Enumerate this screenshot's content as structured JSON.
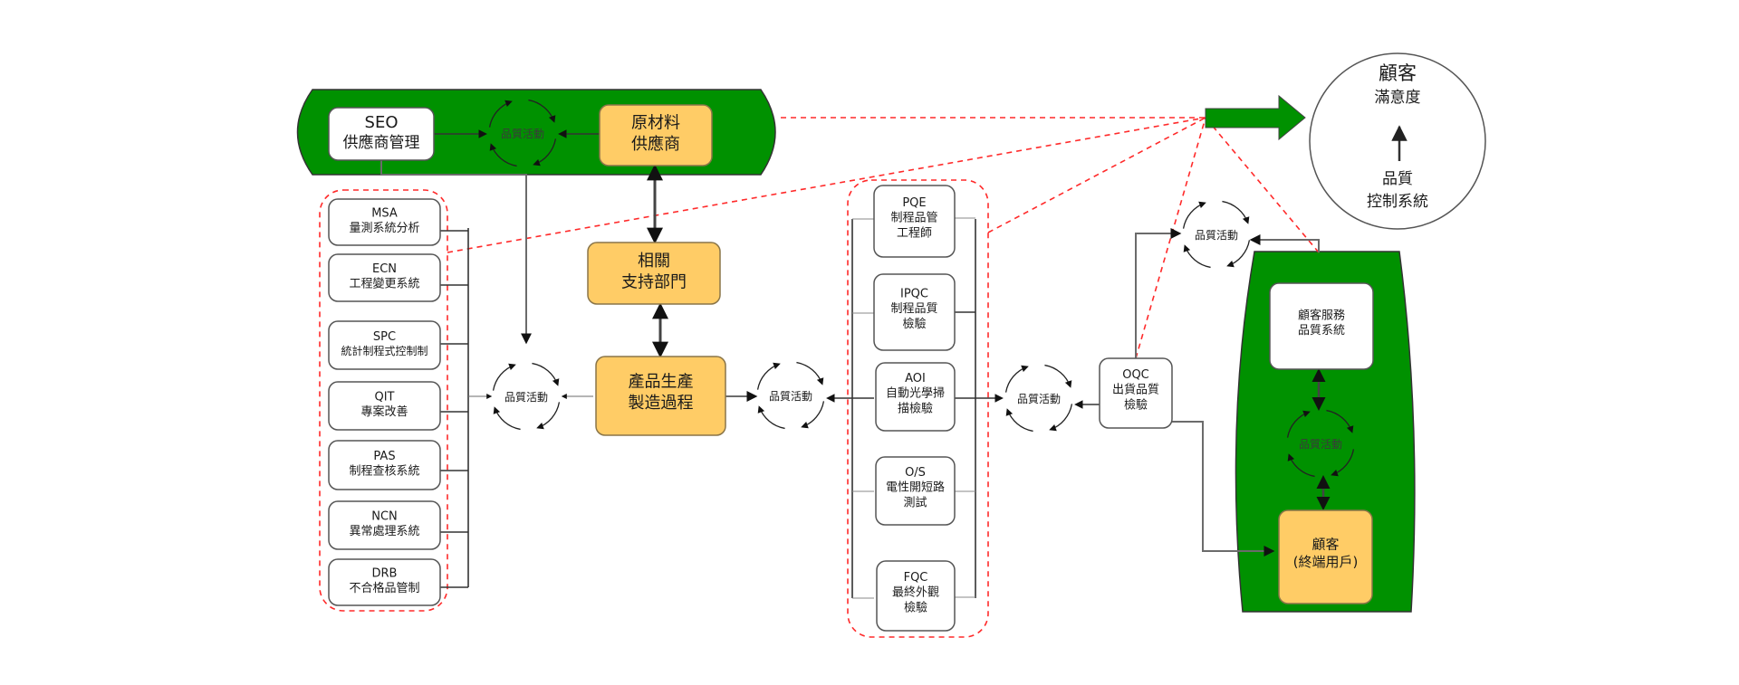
{
  "colors": {
    "green": "#009100",
    "orange": "#ffcc66",
    "red_dash": "#ff2a2a",
    "box_border": "#555555"
  },
  "cycle_label": "品質活動",
  "satisfaction": {
    "top": [
      "顧客",
      "滿意度"
    ],
    "bottom": [
      "品質",
      "控制系統"
    ]
  },
  "boxes": {
    "seo": [
      "SEO",
      "供應商管理"
    ],
    "raw_material": [
      "原材料",
      "供應商"
    ],
    "support": [
      "相關",
      "支持部門"
    ],
    "production": [
      "產品生產",
      "製造過程"
    ],
    "msa": [
      "MSA",
      "量測系統分析"
    ],
    "ecn": [
      "ECN",
      "工程變更系統"
    ],
    "spc": [
      "SPC",
      "統計制程式控制制"
    ],
    "qit": [
      "QIT",
      "專案改善"
    ],
    "pas": [
      "PAS",
      "制程查核系統"
    ],
    "ncn": [
      "NCN",
      "異常處理系統"
    ],
    "drb": [
      "DRB",
      "不合格品管制"
    ],
    "pqe": [
      "PQE",
      "制程品管",
      "工程師"
    ],
    "ipqc": [
      "IPQC",
      "制程品質",
      "檢驗"
    ],
    "aoi": [
      "AOI",
      "自動光學掃",
      "描檢驗"
    ],
    "os": [
      "O/S",
      "電性開短路",
      "測試"
    ],
    "fqc": [
      "FQC",
      "最終外觀",
      "檢驗"
    ],
    "oqc": [
      "OQC",
      "出貨品質",
      "檢驗"
    ],
    "customer_service": [
      "顧客服務",
      "品質系統"
    ],
    "customer": [
      "顧客",
      "(終端用戶)"
    ]
  }
}
